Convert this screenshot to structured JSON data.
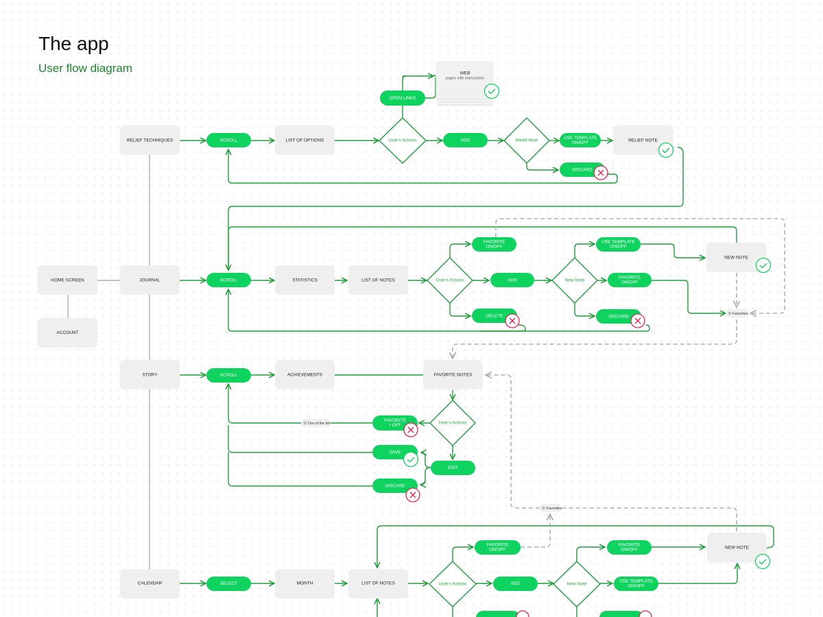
{
  "header": {
    "title": "The app",
    "subtitle": "User flow diagram"
  },
  "colors": {
    "accent": "#0fd35f",
    "line": "#1f9e3a",
    "node": "#efefef",
    "error": "#e0234e",
    "dashed": "#b0b0b0"
  },
  "nodes": {
    "relief_techniques": "RELIEF TECHNIQUES",
    "scroll_1": "SCROLL",
    "list_of_options": "LIST OF OPTIONS",
    "users_actions_1": "User's Actions",
    "open_links": "OPEN LINKS",
    "web_title": "WEB",
    "web_sub": "pages with instructions",
    "add_1": "ADD",
    "relief_note_dec": "Relief Note",
    "use_template_1": [
      "USE TEMPLATE",
      "ON/OFF"
    ],
    "relief_note": "RELIEF NOTE",
    "discard_1": "DISCARD",
    "home_screen": "HOME SCREEN",
    "account": "ACCOUNT",
    "journal": "JOURNAL",
    "scroll_2": "SCROLL",
    "statistics": "STATISTICS",
    "list_of_notes_1": "LIST OF NOTES",
    "users_actions_2": "User's Actions",
    "favorite_2": [
      "FAVORITE",
      "ON/OFF"
    ],
    "add_2": "ADD",
    "delete_2": "DELETE",
    "new_note_dec_1": "New Note",
    "use_template_2": [
      "USE TEMPLATE",
      "ON/OFF"
    ],
    "favorite_2b": [
      "FAVORITE",
      "ON/OFF"
    ],
    "discard_2": "DISCARD",
    "new_note_1": "NEW NOTE",
    "favorites_tag_1": "Favorites",
    "story": "STORY",
    "scroll_3": "SCROLL",
    "achievements": "ACHIEVEMENTS",
    "favorite_notes": "FAVORITE NOTES",
    "users_actions_3": "User's Actions",
    "favorite_off": [
      "FAVORITE",
      "• OFF"
    ],
    "out_of_list": "Out of the list",
    "edit": "EDIT",
    "save": "SAVE",
    "discard_3": "DISCARD",
    "favorites_tag_2": "Favorites",
    "calendar": "CALENDAR",
    "select": "SELECT",
    "month": "MONTH",
    "list_of_notes_2": "LIST OF NOTES",
    "users_actions_4": "User's Actions",
    "favorite_4": [
      "FAVORITE",
      "ON/OFF"
    ],
    "add_4": "ADD",
    "new_note_dec_2": "New Note",
    "favorite_4b": [
      "FAVORITE",
      "ON/OFF"
    ],
    "use_template_4": [
      "USE TEMPLATE",
      "ON/OFF"
    ],
    "new_note_2": "NEW NOTE"
  }
}
